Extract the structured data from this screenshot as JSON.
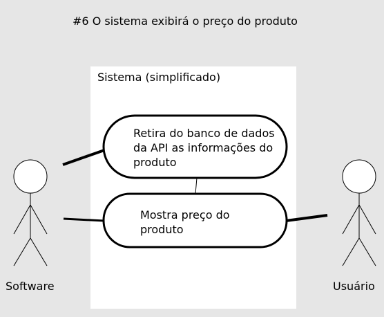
{
  "diagram": {
    "title": "#6 O sistema exibirá o preço do produto",
    "system_label": "Sistema (simplificado)",
    "use_cases": [
      {
        "id": "uc1",
        "label": "Retira do banco de dados da API as informações do produto"
      },
      {
        "id": "uc2",
        "label": "Mostra preço do produto"
      }
    ],
    "actors": [
      {
        "id": "software",
        "label": "Software"
      },
      {
        "id": "usuario",
        "label": "Usuário"
      }
    ],
    "colors": {
      "background": "#e6e6e6",
      "system_fill": "#ffffff",
      "stroke": "#000000"
    }
  }
}
